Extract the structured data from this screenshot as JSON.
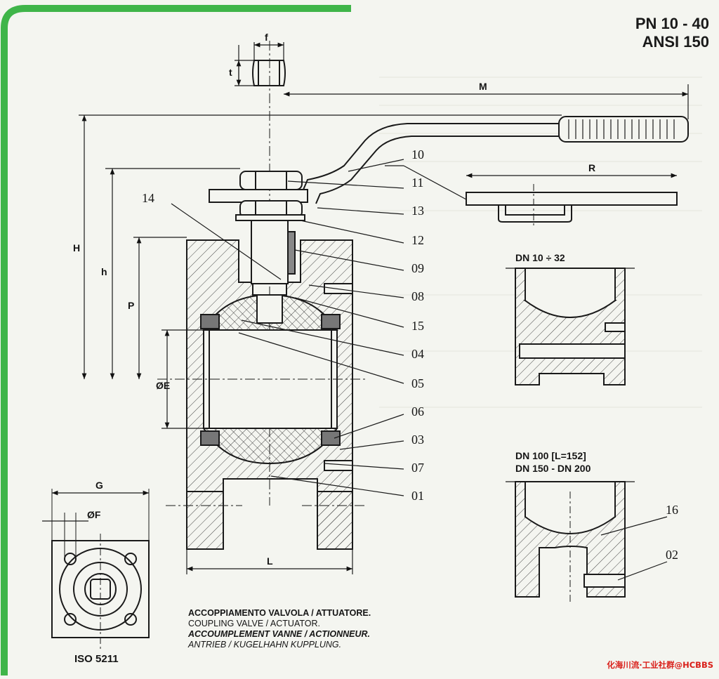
{
  "header": {
    "pn": "PN 10 - 40",
    "ansi": "ANSI 150"
  },
  "dimensions": {
    "f": "f",
    "t": "t",
    "M": "M",
    "R": "R",
    "H": "H",
    "h": "h",
    "P": "P",
    "E": "ØE",
    "L": "L",
    "G": "G",
    "F": "ØF"
  },
  "callouts": {
    "c10": "10",
    "c11": "11",
    "c13": "13",
    "c12": "12",
    "c09": "09",
    "c08": "08",
    "c15": "15",
    "c04": "04",
    "c05": "05",
    "c06": "06",
    "c03": "03",
    "c07": "07",
    "c01": "01",
    "c14": "14",
    "c16": "16",
    "c02": "02"
  },
  "sections": {
    "small": "DN 10 ÷ 32",
    "large_1": "DN 100 [L=152]",
    "large_2": "DN 150 - DN 200"
  },
  "coupling": {
    "it": "ACCOPPIAMENTO VALVOLA / ATTUATORE.",
    "en": "COUPLING VALVE / ACTUATOR.",
    "fr": "ACCOUMPLEMENT VANNE / ACTIONNEUR.",
    "de": "ANTRIEB / KUGELHAHN KUPPLUNG."
  },
  "iso": "ISO 5211",
  "watermark": "化海川流·工业社群@HCBBS",
  "colors": {
    "frame_green": "#3fb549",
    "line": "#1a1a1a",
    "background": "#f4f5f0"
  }
}
